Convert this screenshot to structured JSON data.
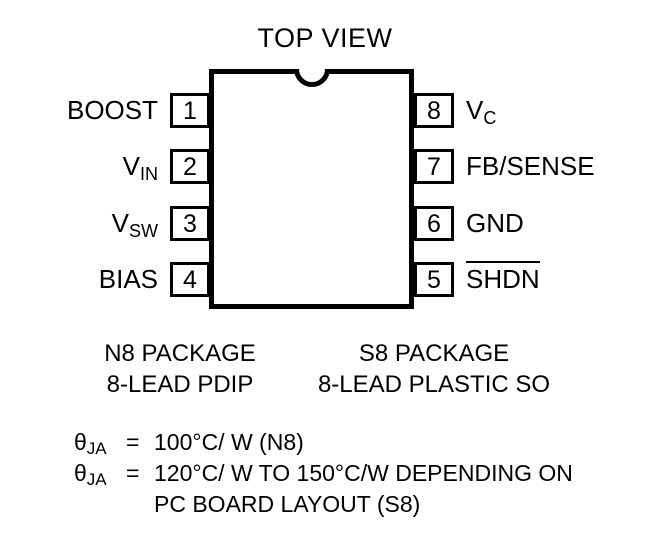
{
  "title": "TOP VIEW",
  "package": {
    "pins_left": [
      {
        "number": "1",
        "label": "BOOST",
        "label_sub": "",
        "overline": false
      },
      {
        "number": "2",
        "label": "V",
        "label_sub": "IN",
        "overline": false
      },
      {
        "number": "3",
        "label": "V",
        "label_sub": "SW",
        "overline": false
      },
      {
        "number": "4",
        "label": "BIAS",
        "label_sub": "",
        "overline": false
      }
    ],
    "pins_right": [
      {
        "number": "8",
        "label": "V",
        "label_sub": "C",
        "overline": false
      },
      {
        "number": "7",
        "label": "FB/SENSE",
        "label_sub": "",
        "overline": false
      },
      {
        "number": "6",
        "label": "GND",
        "label_sub": "",
        "overline": false
      },
      {
        "number": "5",
        "label": "SHDN",
        "label_sub": "",
        "overline": true
      }
    ]
  },
  "captions": {
    "n8": {
      "line1": "N8 PACKAGE",
      "line2": "8-LEAD PDIP"
    },
    "s8": {
      "line1": "S8 PACKAGE",
      "line2": "8-LEAD PLASTIC SO"
    }
  },
  "thermal_notes": [
    {
      "symbol": "θ",
      "symbol_sub": "JA",
      "equals": "=",
      "value": "100°C/ W (N8)"
    },
    {
      "symbol": "θ",
      "symbol_sub": "JA",
      "equals": "=",
      "value": "120°C/ W TO 150°C/W DEPENDING ON"
    },
    {
      "symbol": "",
      "symbol_sub": "",
      "equals": "",
      "value": "PC BOARD LAYOUT (S8)"
    }
  ],
  "colors": {
    "ink": "#000000",
    "background": "#ffffff"
  }
}
